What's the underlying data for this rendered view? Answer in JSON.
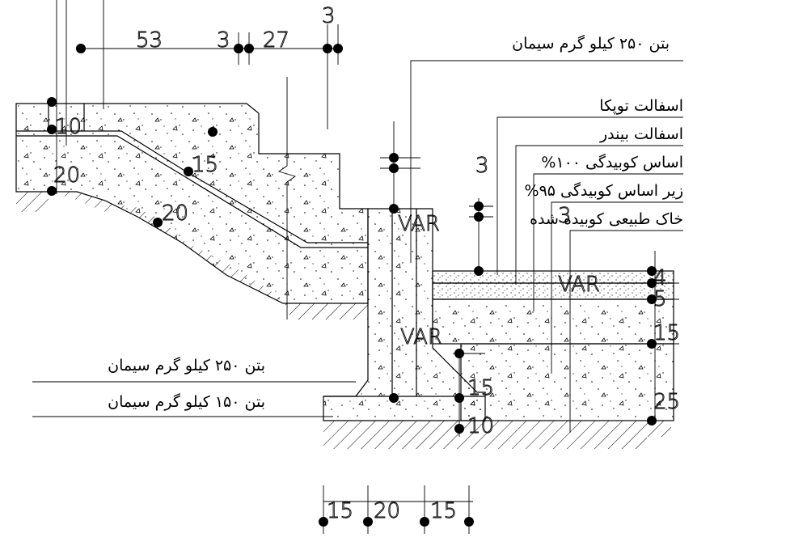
{
  "labels": {
    "concrete250_top": "بتن ۲۵۰ کیلو گرم سیمان",
    "asphalt_topka": "اسفالت توپکا",
    "asphalt_binder": "اسفالت بیندر",
    "base_100": "اساس کوبیدگی ۱۰۰%",
    "subbase_95": "زیر اساس کوبیدگی ۹۵%",
    "natural_soil": "خاک طبیعی کوبیده شده",
    "concrete250_left": "بتن ۲۵۰ کیلو گرم سیمان",
    "concrete150_left": "بتن ۱۵۰ کیلو گرم سیمان"
  },
  "dimensions": {
    "d53": "53",
    "d3a": "3",
    "d27": "27",
    "d3top": "3",
    "d10": "10",
    "d20a": "20",
    "d15a": "15",
    "d20b": "20",
    "var1": "VAR",
    "d3b": "3",
    "d3c": "3",
    "var2": "VAR",
    "var3": "VAR",
    "d4": "4",
    "d5": "5",
    "d15b": "15",
    "d15c": "15",
    "d10b": "10",
    "d25": "25",
    "d15d": "15",
    "d20c": "20",
    "d15e": "15"
  }
}
